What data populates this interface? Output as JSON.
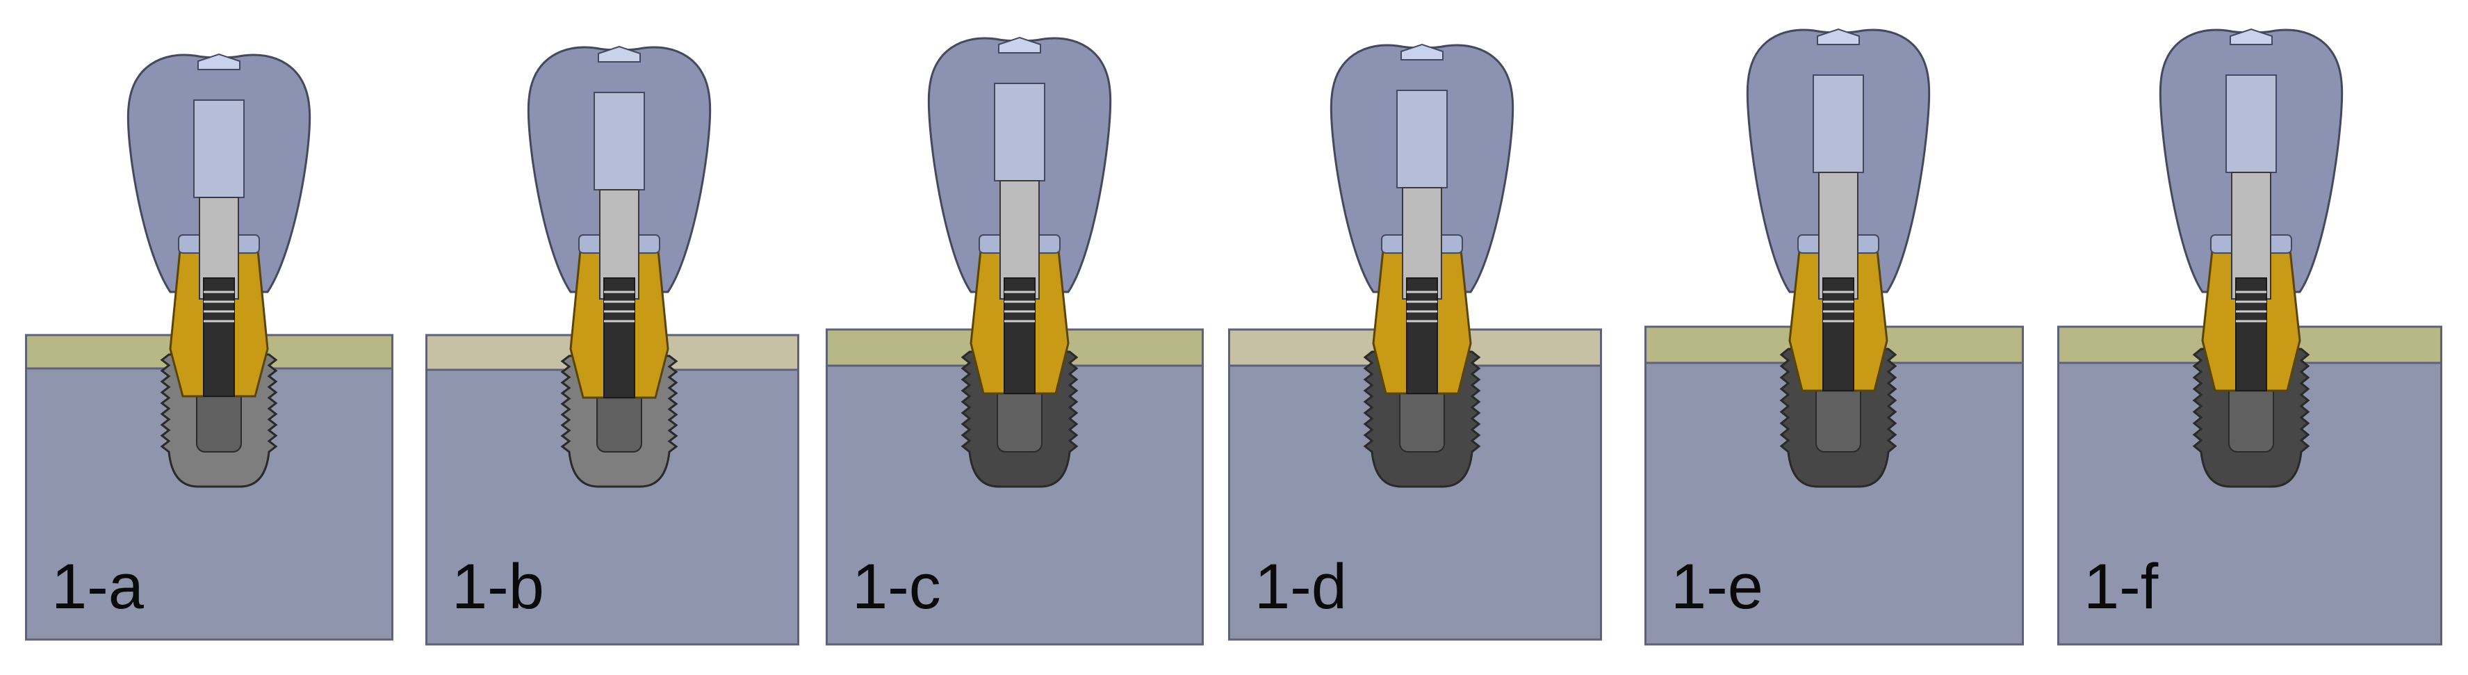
{
  "colors": {
    "bone": "#8f95ad",
    "bone_edge": "#5d627a",
    "gum_yellow": "#b8b886",
    "gum_tan": "#c6c0a5",
    "crown": "#8c93b2",
    "crown_edge": "#45495e",
    "post": "#b6bdd6",
    "abutment_gold": "#c99a16",
    "implant_gray": "#7e7e7e",
    "implant_dark": "#474747",
    "screw": "#bcbcbc",
    "ring": "#aab6d4"
  },
  "panels": [
    {
      "label": "1-a",
      "gum": "gum_yellow",
      "implant": "implant_gray"
    },
    {
      "label": "1-b",
      "gum": "gum_tan",
      "implant": "implant_gray"
    },
    {
      "label": "1-c",
      "gum": "gum_yellow",
      "implant": "implant_dark"
    },
    {
      "label": "1-d",
      "gum": "gum_tan",
      "implant": "implant_dark"
    },
    {
      "label": "1-e",
      "gum": "gum_yellow",
      "implant": "implant_dark"
    },
    {
      "label": "1-f",
      "gum": "gum_yellow",
      "implant": "implant_dark"
    }
  ]
}
